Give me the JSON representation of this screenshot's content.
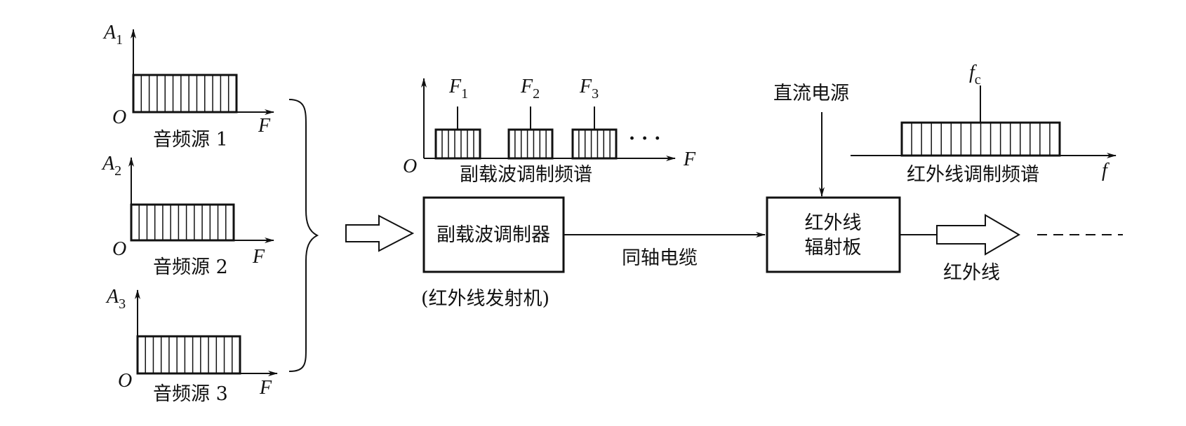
{
  "sources": [
    {
      "axis_label": "A",
      "axis_sub": "1",
      "origin": "O",
      "x_label": "F",
      "caption": "音频源 1"
    },
    {
      "axis_label": "A",
      "axis_sub": "2",
      "origin": "O",
      "x_label": "F",
      "caption": "音频源 2"
    },
    {
      "axis_label": "A",
      "axis_sub": "3",
      "origin": "O",
      "x_label": "F",
      "caption": "音频源 3"
    }
  ],
  "subcarrier_spectrum": {
    "origin": "O",
    "x_label": "F",
    "bands": [
      {
        "label": "F",
        "sub": "1"
      },
      {
        "label": "F",
        "sub": "2"
      },
      {
        "label": "F",
        "sub": "3"
      }
    ],
    "ellipsis": "· · ·",
    "caption": "副载波调制频谱"
  },
  "modulator": {
    "label": "副载波调制器",
    "caption": "(红外线发射机)"
  },
  "cable_label": "同轴电缆",
  "dc_power_label": "直流电源",
  "radiator": {
    "line1": "红外线",
    "line2": "辐射板"
  },
  "ir_spectrum": {
    "center_label": "f",
    "center_sub": "c",
    "x_label": "f",
    "caption": "红外线调制频谱"
  },
  "output_label": "红外线"
}
